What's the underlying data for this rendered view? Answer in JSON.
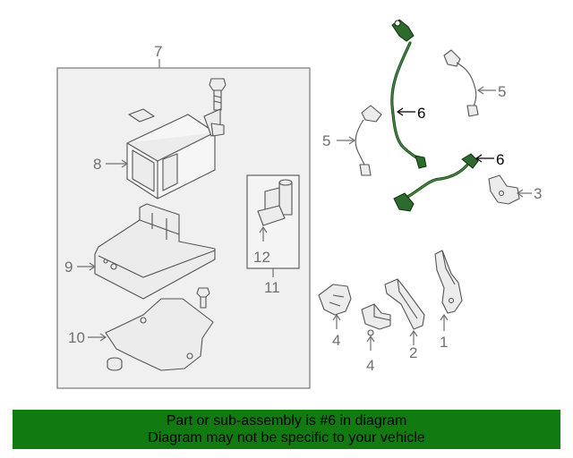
{
  "callouts": {
    "c7": "7",
    "c8": "8",
    "c9": "9",
    "c10": "10",
    "c11": "11",
    "c12": "12",
    "c6a": "6",
    "c6b": "6",
    "c5a": "5",
    "c5b": "5",
    "c3": "3",
    "c4a": "4",
    "c4b": "4",
    "c2": "2",
    "c1": "1"
  },
  "banner": {
    "line1": "Part or sub-assembly is #6 in diagram",
    "line2": "Diagram may not be specific to your vehicle"
  },
  "colors": {
    "banner_bg": "#117a11",
    "highlight_part": "#2d6a2d",
    "callout_gray": "#707070"
  }
}
